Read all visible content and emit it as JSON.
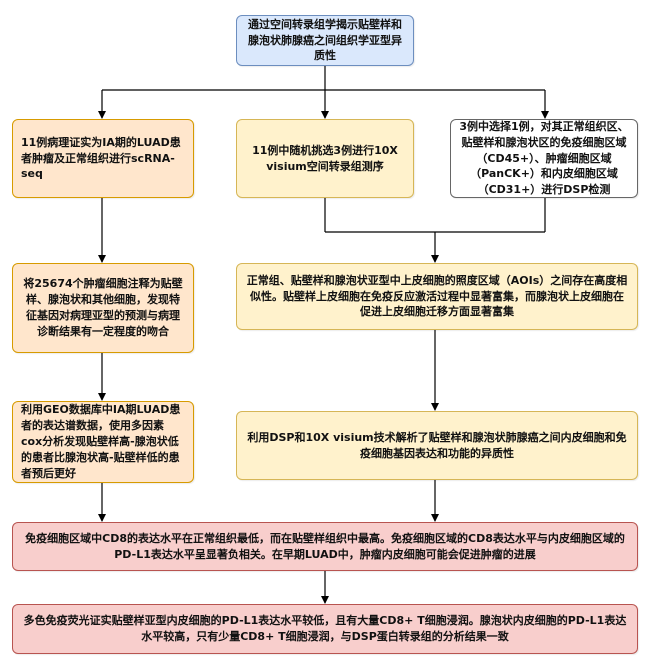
{
  "colors": {
    "blue_fill": "#dae8fc",
    "orange_fill": "#ffe6cc",
    "yellow_fill": "#fff2cc",
    "red_fill": "#f8cecc",
    "white_fill": "#ffffff",
    "arrow": "#000000"
  },
  "nodes": {
    "title": "通过空间转录组学揭示贴壁样和腺泡状肺腺癌之间组织学亚型异质性",
    "left1": "11例病理证实为IA期的LUAD患者肿瘤及正常组织进行scRNA-seq",
    "mid1": "11例中随机挑选3例进行10X visium空间转录组测序",
    "right1": "3例中选择1例，对其正常组织区、贴壁样和腺泡状区的免疫细胞区域（CD45+）、肿瘤细胞区域（PanCK+）和内皮细胞区域（CD31+）进行DSP检测",
    "left2": "将25674个肿瘤细胞注释为贴壁样、腺泡状和其他细胞，发现特征基因对病理亚型的预测与病理诊断结果有一定程度的吻合",
    "right2": "正常组、贴壁样和腺泡状亚型中上皮细胞的照度区域（AOIs）之间存在高度相似性。贴壁样上皮细胞在免疫反应激活过程中显著富集，而腺泡状上皮细胞在促进上皮细胞迁移方面显著富集",
    "left3": "利用GEO数据库中IA期LUAD患者的表达谱数据，使用多因素cox分析发现贴壁样高-腺泡状低的患者比腺泡状高-贴壁样低的患者预后更好",
    "right3": "利用DSP和10X visium技术解析了贴壁样和腺泡状肺腺癌之间内皮细胞和免疫细胞基因表达和功能的异质性",
    "bottom1": "免疫细胞区域中CD8的表达水平在正常组织最低，而在贴壁样组织中最高。免疫细胞区域的CD8表达水平与内皮细胞区域的PD-L1表达水平呈显著负相关。在早期LUAD中，肿瘤内皮细胞可能会促进肿瘤的进展",
    "bottom2": "多色免疫荧光证实贴壁样亚型内皮细胞的PD-L1表达水平较低，且有大量CD8+ T细胞浸润。腺泡状内皮细胞的PD-L1表达水平较高，只有少量CD8+ T细胞浸润，与DSP蛋白转录组的分析结果一致"
  }
}
